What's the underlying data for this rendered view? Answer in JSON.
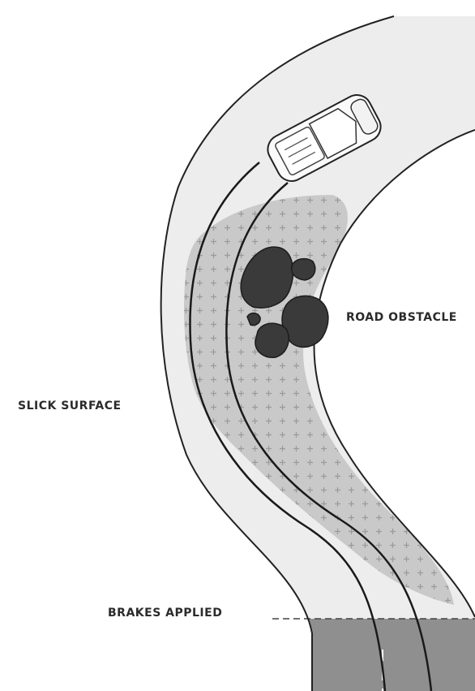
{
  "labels": {
    "road_obstacle": "ROAD OBSTACLE",
    "slick_surface": "SLICK SURFACE",
    "brakes_applied": "BRAKES APPLIED"
  },
  "colors": {
    "road_fill": "#ededed",
    "slick_fill": "#c9c9c9",
    "braking_zone": "#8f8f8f",
    "rocks": "#3a3a3a",
    "outline": "#222222"
  },
  "icons": [
    "car-icon",
    "rock-icon"
  ]
}
